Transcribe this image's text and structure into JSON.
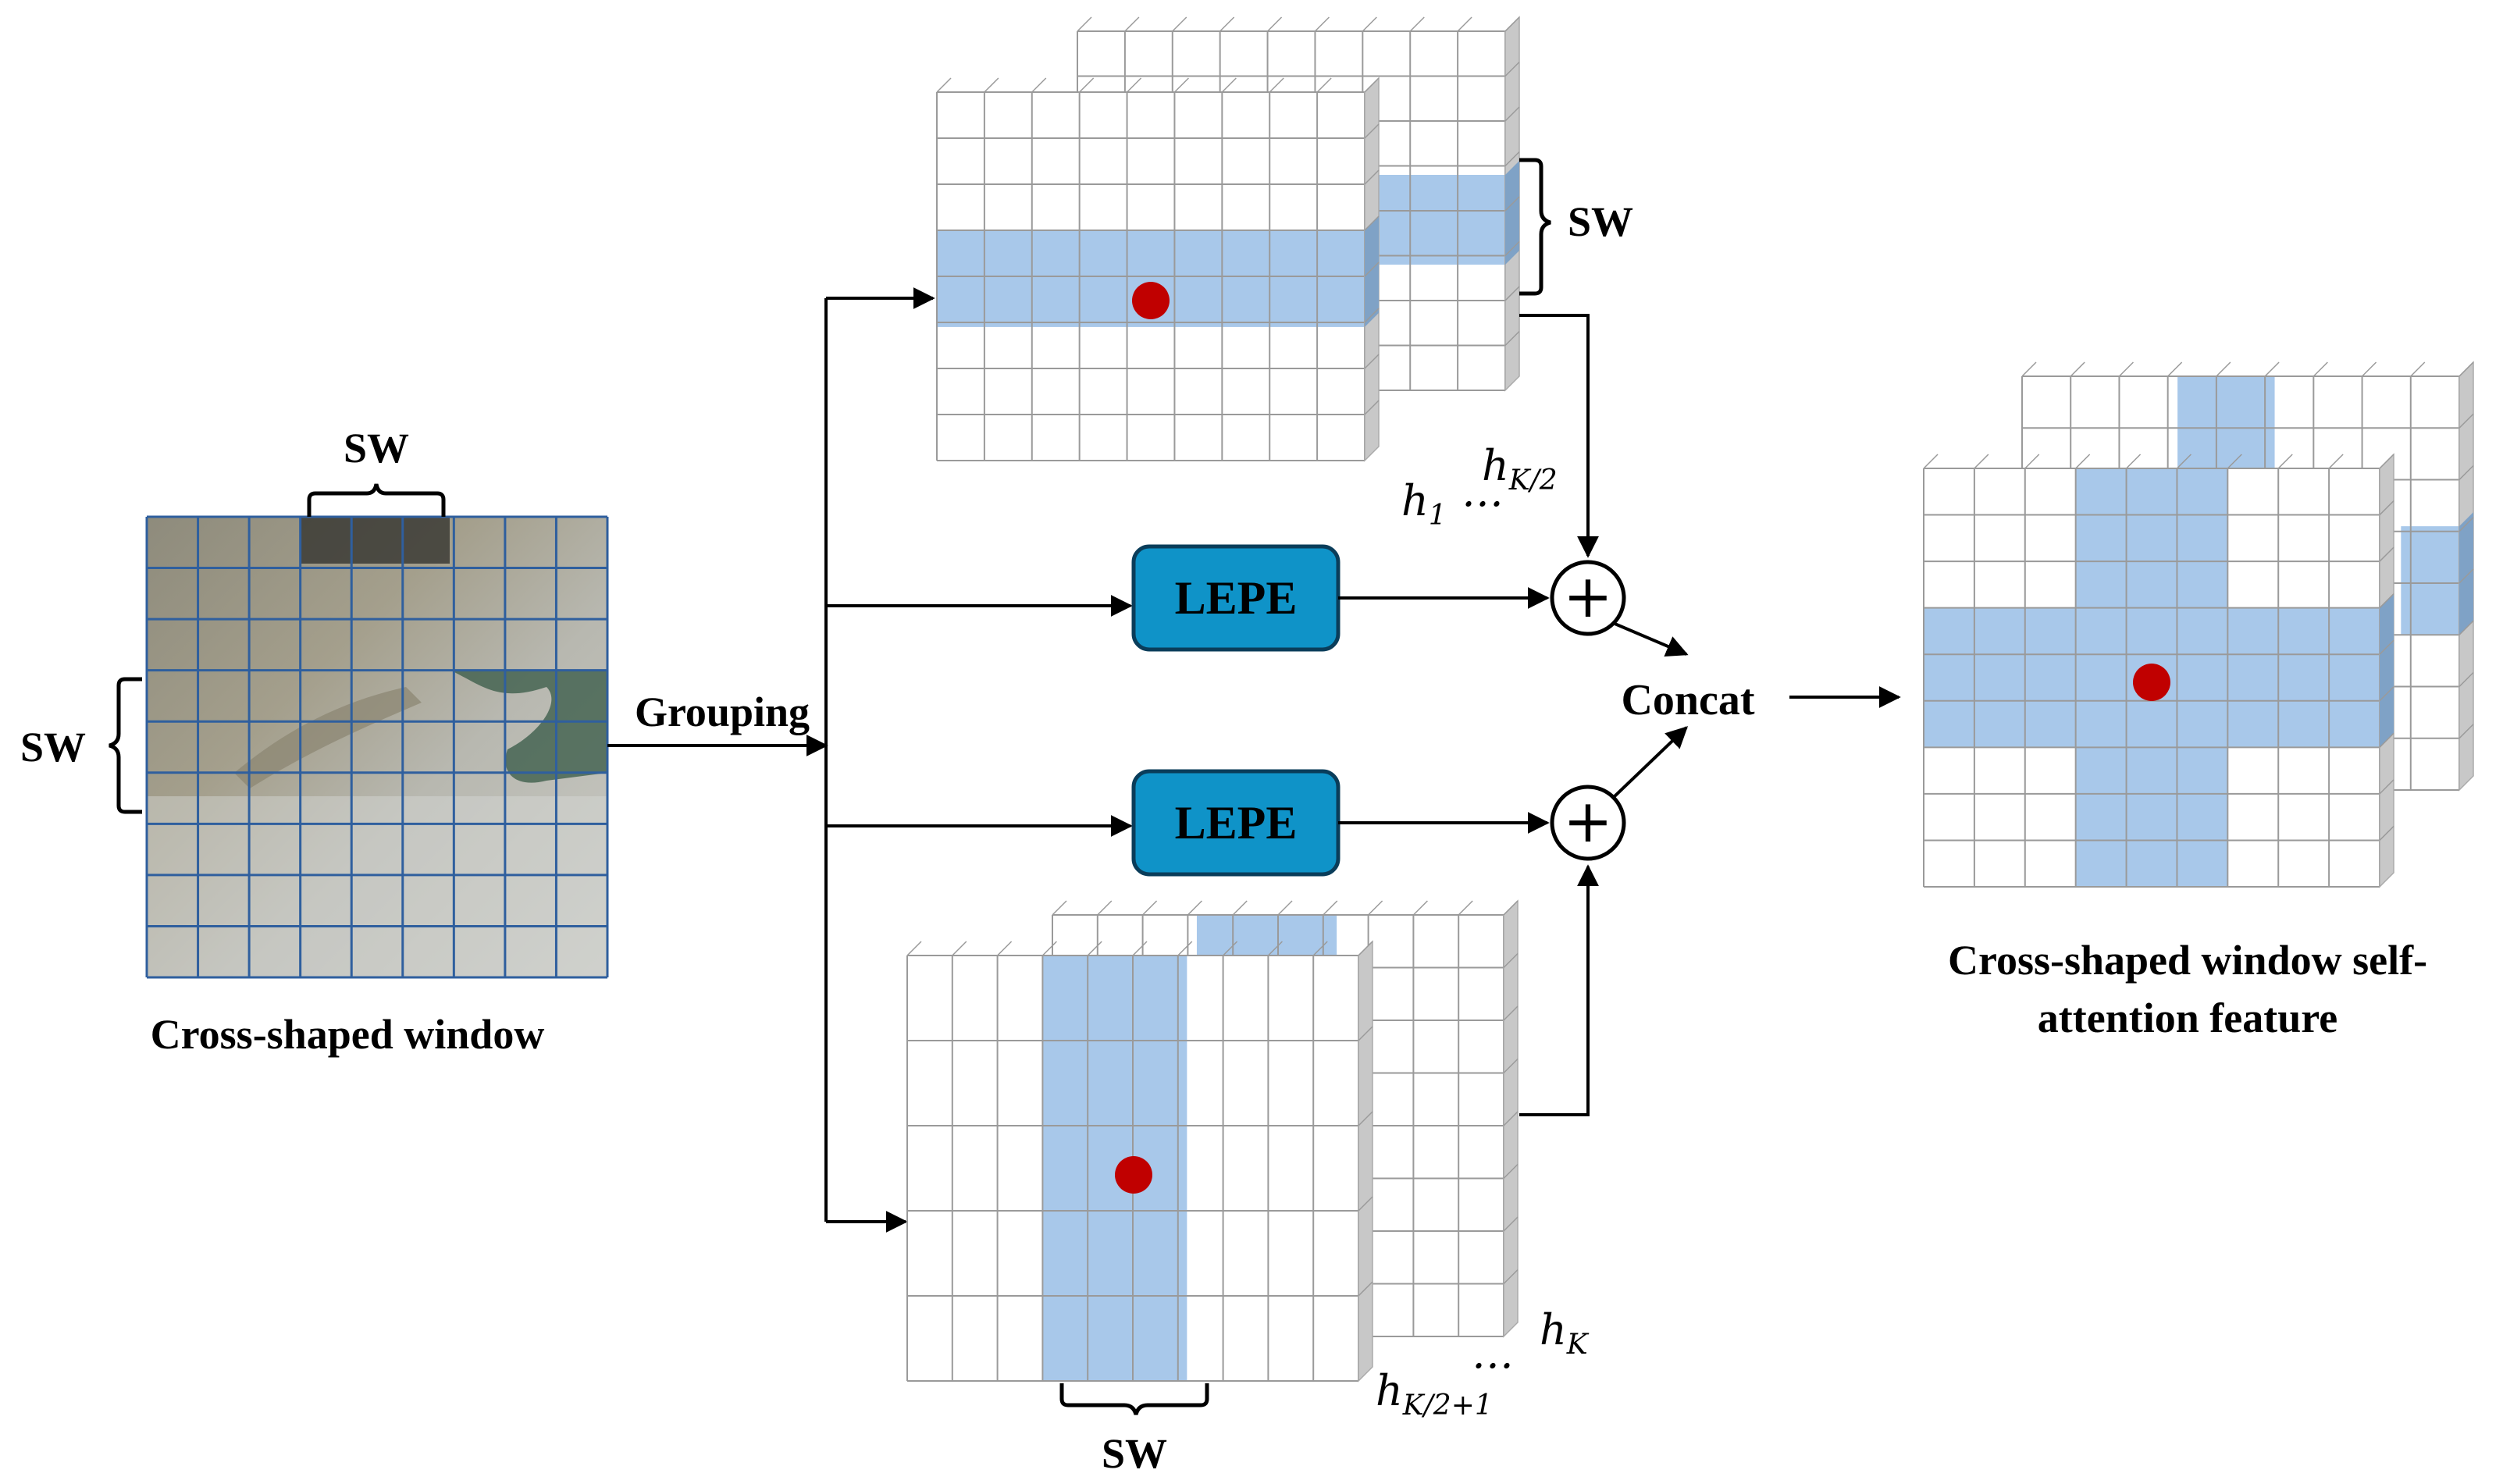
{
  "labels": {
    "input_title": "Cross-shaped window",
    "sw": "SW",
    "grouping": "Grouping",
    "lepe_top": "LEPE",
    "lepe_bottom": "LEPE",
    "concat": "Concat",
    "plus": "+",
    "output_title_line1": "Cross-shaped window self-",
    "output_title_line2": "attention feature",
    "h_first": "h",
    "h_first_sub": "1",
    "ellipsis": "…",
    "h_half": "h",
    "h_half_sub": "K/2",
    "h_half_plus": "h",
    "h_half_plus_sub": "K/2+1",
    "h_last": "h",
    "h_last_sub": "K"
  },
  "colors": {
    "highlight": "#a8c8ea",
    "highlight_dark": "#7fa2c6",
    "grid_line": "#9a9a9a",
    "side_face": "#c8c8c8",
    "lepe_fill": "#0f93c8",
    "lepe_stroke": "#0a3d5a",
    "query_dot": "#c00000",
    "input_grid": "#2f5f9e",
    "arrow": "#000000"
  }
}
